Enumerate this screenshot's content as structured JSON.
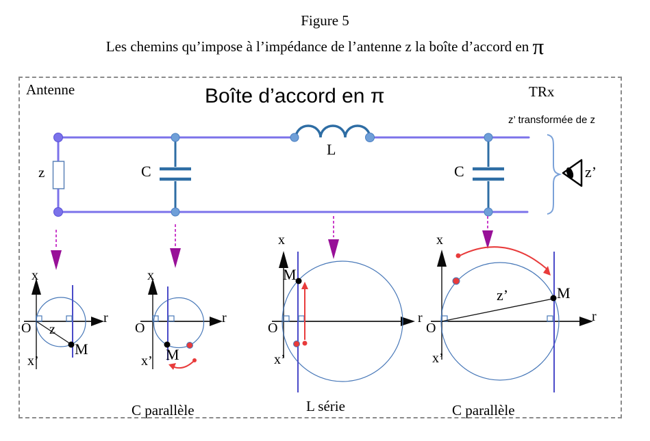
{
  "header": {
    "figure_label": "Figure 5",
    "subtitle_text": "Les chemins qu’impose à l’impédance de l’antenne z la boîte d’accord en ",
    "subtitle_pi": "π"
  },
  "box": {
    "antenna_label": "Antenne",
    "title": "Boîte d’accord en π",
    "trx_label": "TRx",
    "transformed_label": "z’ transformée de z",
    "observer_impedance_label": "z’",
    "circuit": {
      "antenna_impedance_label": "z",
      "cap1_label": "C",
      "inductor_label": "L",
      "cap2_label": "C"
    }
  },
  "diagrams": [
    {
      "x_axis": "x",
      "x_axis_neg": "x’",
      "origin": "O",
      "r_axis": "r",
      "point": "M",
      "impedance": "z"
    },
    {
      "x_axis": "x",
      "x_axis_neg": "x’",
      "origin": "O",
      "r_axis": "r",
      "point": "M"
    },
    {
      "x_axis": "x",
      "x_axis_neg": "x’",
      "origin": "O",
      "r_axis": "r",
      "point": "M"
    },
    {
      "x_axis": "x",
      "x_axis_neg": "x’",
      "origin": "O",
      "r_axis": "r",
      "point": "M",
      "impedance": "z’"
    }
  ],
  "captions": {
    "c_parallel_1": "C parallèle",
    "l_serie": "L série",
    "c_parallel_2": "C parallèle"
  },
  "icons": {
    "observer": "eye-icon",
    "path_arrows": "down-arrow-icon"
  },
  "colors": {
    "wire_violet": "#7b72ea",
    "component_blue": "#2e6da4",
    "node_blue": "#6f9fd8",
    "circle_blue": "#4878b8",
    "vertical_line_blue": "#4a4ac8",
    "arrow_magenta_head": "#981098",
    "arrow_magenta_stem": "#ca3dca",
    "red_path": "#e83b3b",
    "brace_blue": "#7aa1d8"
  }
}
